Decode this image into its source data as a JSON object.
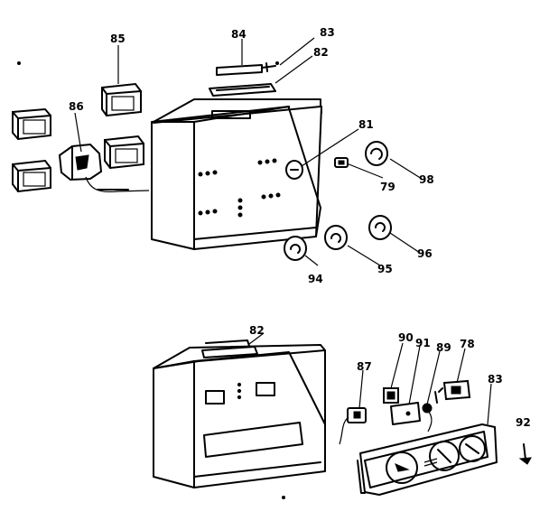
{
  "callouts": {
    "c84": "84",
    "c83_top": "83",
    "c82_top": "82",
    "c85_left": "85",
    "c86_left": "86",
    "c81": "81",
    "c79": "79",
    "c98": "98",
    "c96": "96",
    "c94": "94",
    "c95": "95",
    "c_top_bottom": "82",
    "c87": "87",
    "c90": "90",
    "c91": "91",
    "c89": "89",
    "c78": "78",
    "c83_bottom": "83",
    "c92": "92"
  }
}
